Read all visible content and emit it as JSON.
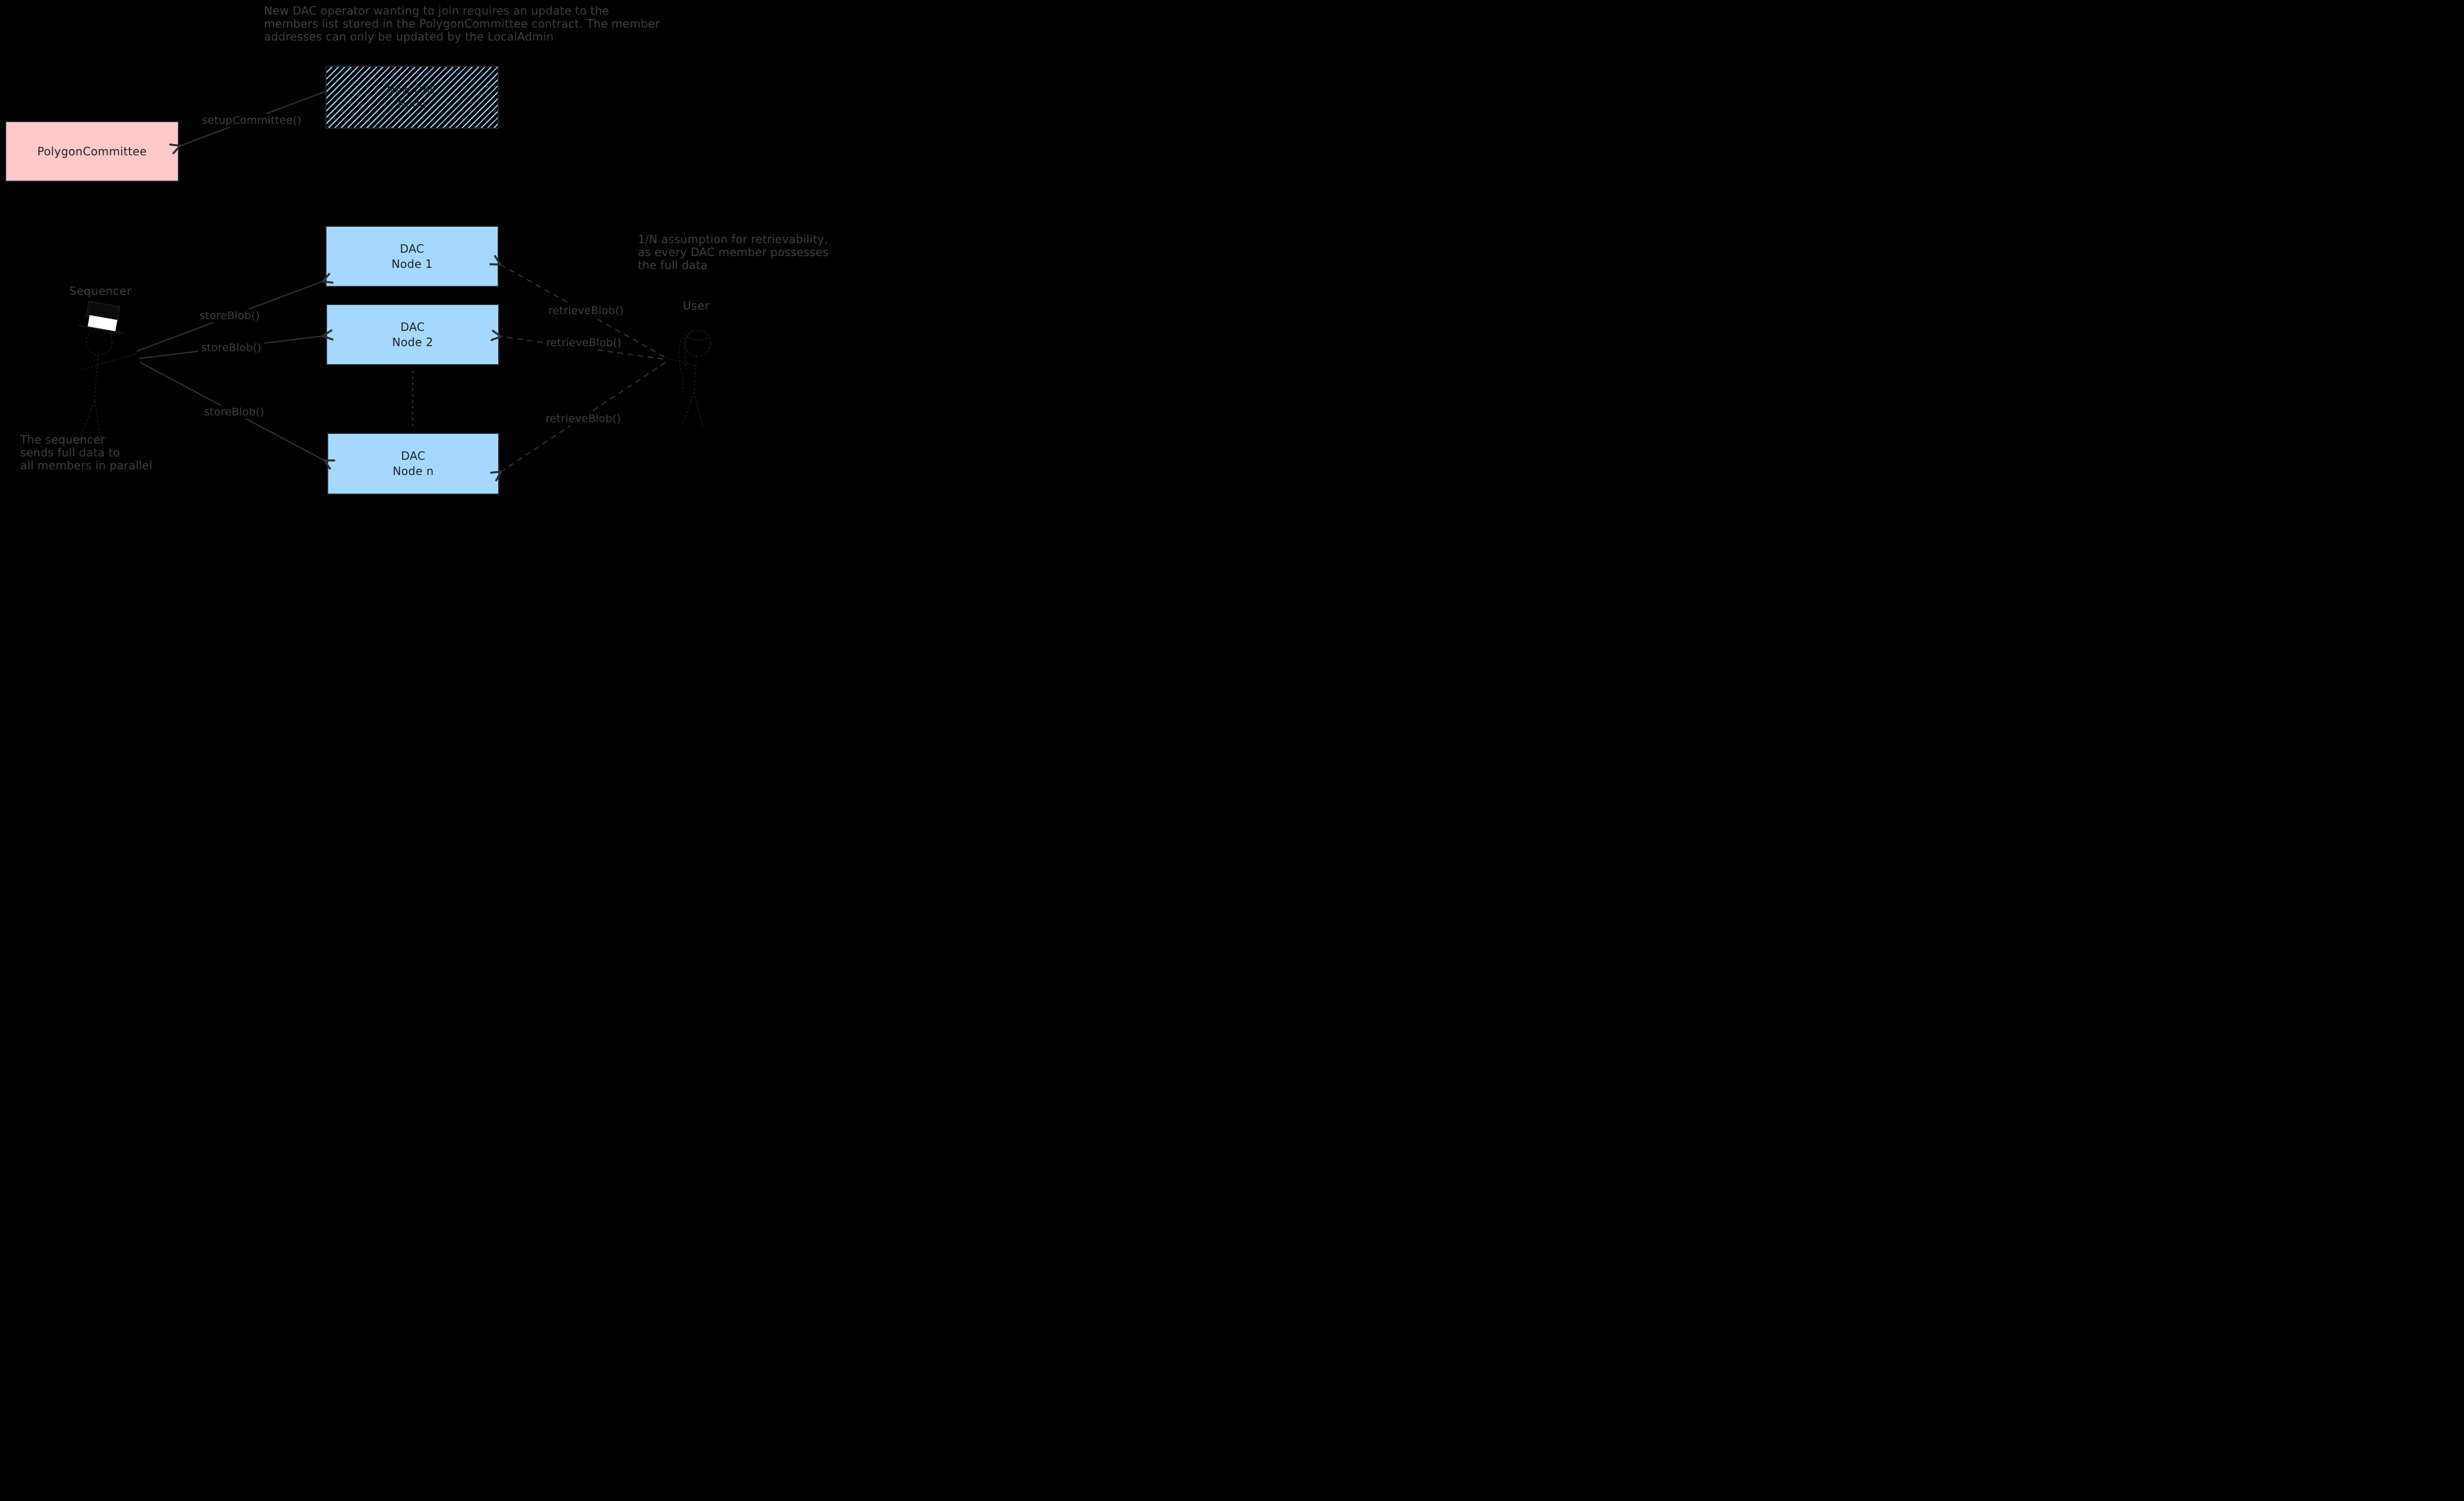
{
  "top_note": {
    "lines": [
      "New DAC operator wanting to join requires an update to the",
      "members list stored in the PolygonCommittee contract. The member",
      "addresses can only be updated by the LocalAdmin"
    ]
  },
  "retrievability_note": {
    "lines": [
      "1/N assumption for retrievability,",
      "as every DAC member possesses",
      "the full data"
    ]
  },
  "sequencer_note": {
    "lines": [
      "The sequencer",
      "sends full data to",
      "all members in parallel"
    ]
  },
  "boxes": {
    "new_dac": {
      "lines": [
        "New DAC",
        "Node"
      ]
    },
    "polygon_committee": {
      "label": "PolygonCommittee"
    },
    "dac_nodes": [
      {
        "lines": [
          "DAC",
          "Node 1"
        ]
      },
      {
        "lines": [
          "DAC",
          "Node 2"
        ]
      },
      {
        "lines": [
          "DAC",
          "Node n"
        ]
      }
    ]
  },
  "arrow_labels": {
    "setup": "setupCommittee()",
    "store": [
      "storeBlob()",
      "storeBlob()",
      "storeBlob()"
    ],
    "retrieve": [
      "retrieveBlob()",
      "retrieveBlob()",
      "retrieveBlob()"
    ]
  },
  "actors": {
    "sequencer": "Sequencer",
    "user": "User"
  },
  "colors": {
    "background": "#000000",
    "dac_node_fill": "#a5d8ff",
    "contract_fill": "#ffc9c9",
    "hatch_line": "#a5d8ff",
    "hat_band": "#ffffff",
    "gray_text": "#3b4045",
    "arrow_stroke": "#2e3236",
    "box_border": "#24272b",
    "box_text": "#1e2124"
  }
}
